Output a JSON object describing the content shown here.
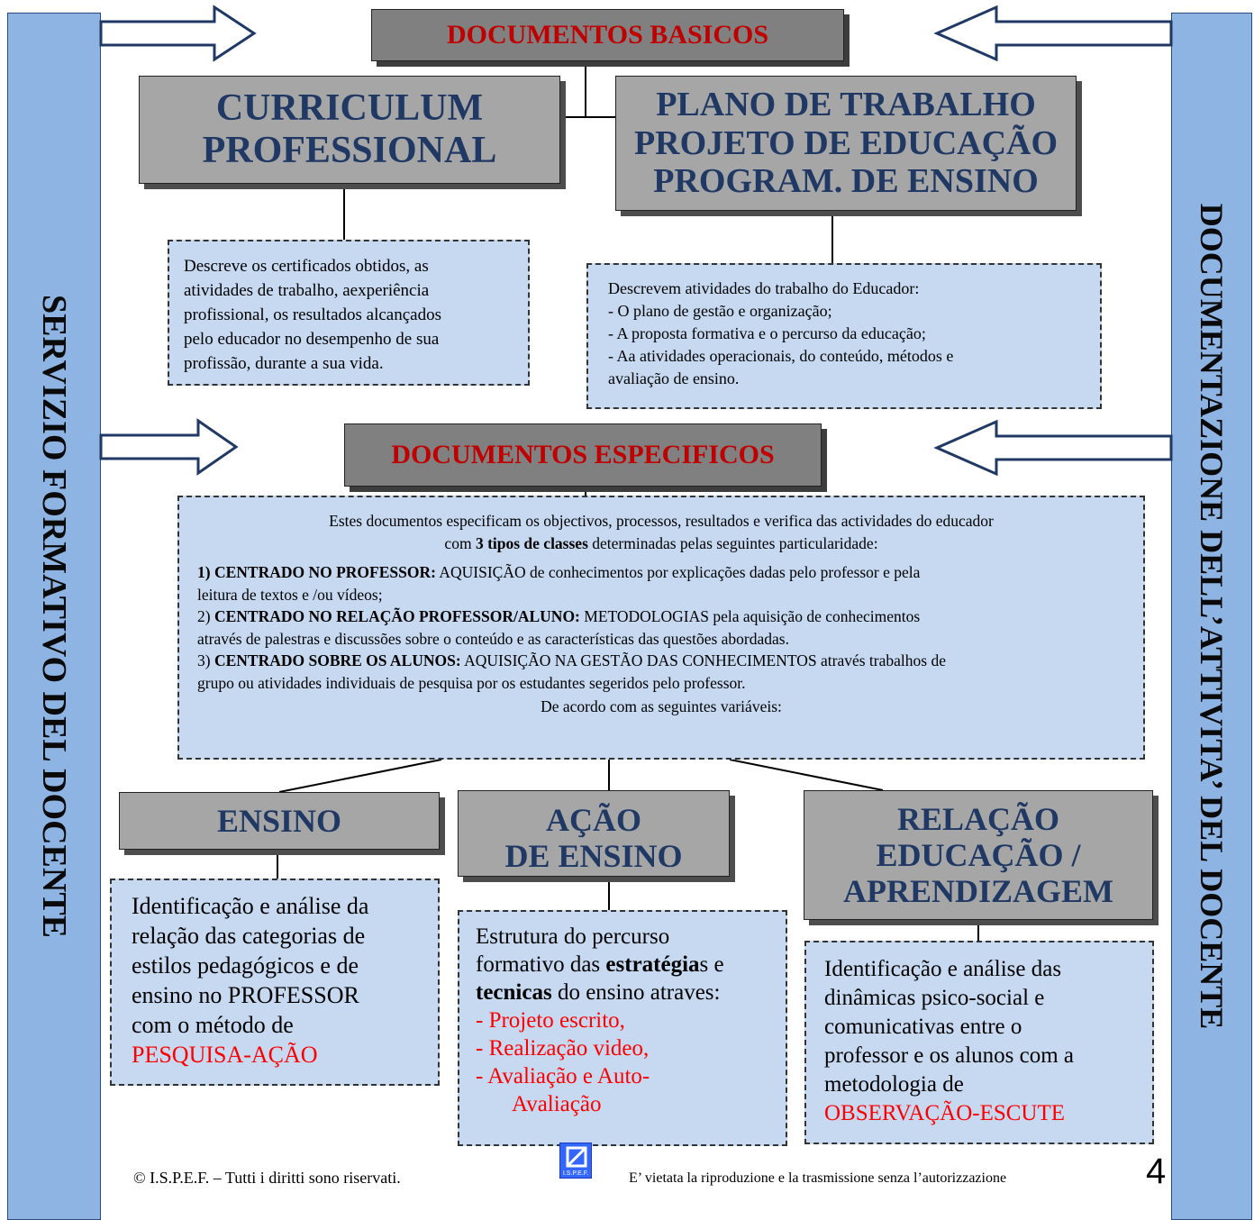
{
  "left_sidebar": {
    "label": "SERVIZIO FORMATIVO DEL DOCENTE",
    "color": "#8eb4e3"
  },
  "right_sidebar": {
    "label": "DOCUMENTAZIONE DELL’ATTIVITA’ DEL DOCENTE",
    "color": "#8eb4e3"
  },
  "basicos": {
    "title": "DOCUMENTOS BASICOS"
  },
  "curriculum": {
    "title_line1": "CURRICULUM",
    "title_line2": "PROFESSIONAL",
    "desc_lines": [
      "Descreve os certificados obtidos, as",
      "atividades de trabalho, aexperiência",
      "profissional, os resultados alcançados",
      "pelo educador no desempenho de sua",
      "profissão, durante a sua vida."
    ]
  },
  "plano": {
    "title_line1": "PLANO DE TRABALHO",
    "title_line2": "PROJETO DE EDUCAÇÃO",
    "title_line3": "PROGRAM. DE ENSINO",
    "desc_lines": [
      "Descrevem atividades do trabalho do Educador:",
      "- O plano de gestão e organização;",
      "- A proposta formativa e o percurso da educação;",
      "- Aa atividades operacionais, do conteúdo, métodos e",
      "avaliação de ensino."
    ]
  },
  "especificos": {
    "title": "DOCUMENTOS ESPECIFICOS",
    "intro_line1": "Estes documentos especificam os objectivos, processos, resultados e verifica das actividades do educador",
    "intro_pre": "com ",
    "intro_bold": "3 tipos de classes",
    "intro_post": " determinadas pelas seguintes particularidade:",
    "item1_num": "1) ",
    "item1_bold": "CENTRADO NO PROFESSOR:",
    "item1_text": " AQUISIÇÃO de conhecimentos por explicações dadas pelo professor e  pela",
    "item1_text2": "leitura de textos e /ou vídeos;",
    "item2_num": "2) ",
    "item2_bold": "CENTRADO NO RELAÇÃO PROFESSOR/ALUNO:",
    "item2_text": " METODOLOGIAS pela aquisição de conhecimentos",
    "item2_text2": "através de palestras e discussões sobre o conteúdo e as características das questões abordadas.",
    "item3_num": "3) ",
    "item3_bold": "CENTRADO SOBRE OS ALUNOS:",
    "item3_text": " AQUISIÇÃO  NA GESTÃO DAS CONHECIMENTOS através  trabalhos de",
    "item3_text2": "grupo ou atividades individuais de pesquisa por os estudantes segeridos pelo professor.",
    "closing": "De acordo com as seguintes variáveis:"
  },
  "ensino": {
    "title": "ENSINO",
    "desc_lines": [
      "Identificação e análise da",
      "relação das categorias de",
      "estilos pedagógicos e de",
      "ensino no PROFESSOR",
      "com o método de"
    ],
    "highlight": "PESQUISA-AÇÃO"
  },
  "acao": {
    "title_line1": "AÇÃO",
    "title_line2": "DE ENSINO",
    "line1": "Estrutura do percurso",
    "line2_pre": "formativo das ",
    "line2_bold": "estratégia",
    "line2_post": "s e",
    "line3_bold": "tecnicas",
    "line3_post": " do ensino atraves:",
    "red_lines": [
      "-  Projeto escrito,",
      "-  Realização video,",
      "- Avaliação e Auto-",
      "Avaliação"
    ]
  },
  "relacao": {
    "title_line1": "RELAÇÃO",
    "title_line2": "EDUCAÇÃO /",
    "title_line3": "APRENDIZAGEM",
    "desc_lines": [
      "Identificação e análise das",
      "dinâmicas psico-social e",
      "comunicativas entre o",
      "professor e os alunos com a",
      "metodologia de"
    ],
    "highlight": "OBSERVAÇÃO-ESCUTE"
  },
  "footer": {
    "copyright": "©  I.S.P.E.F. – Tutti i diritti sono riservati.",
    "logo_text": "I.S.P.E.F.",
    "notice": "E’ vietata la riproduzione e la trasmissione senza l’autorizzazione",
    "page_number": "4"
  },
  "colors": {
    "box_fill": "#c6d9f1",
    "title_navy": "#1f3864",
    "title_red": "#c00000",
    "highlight_red": "#ff0000"
  }
}
